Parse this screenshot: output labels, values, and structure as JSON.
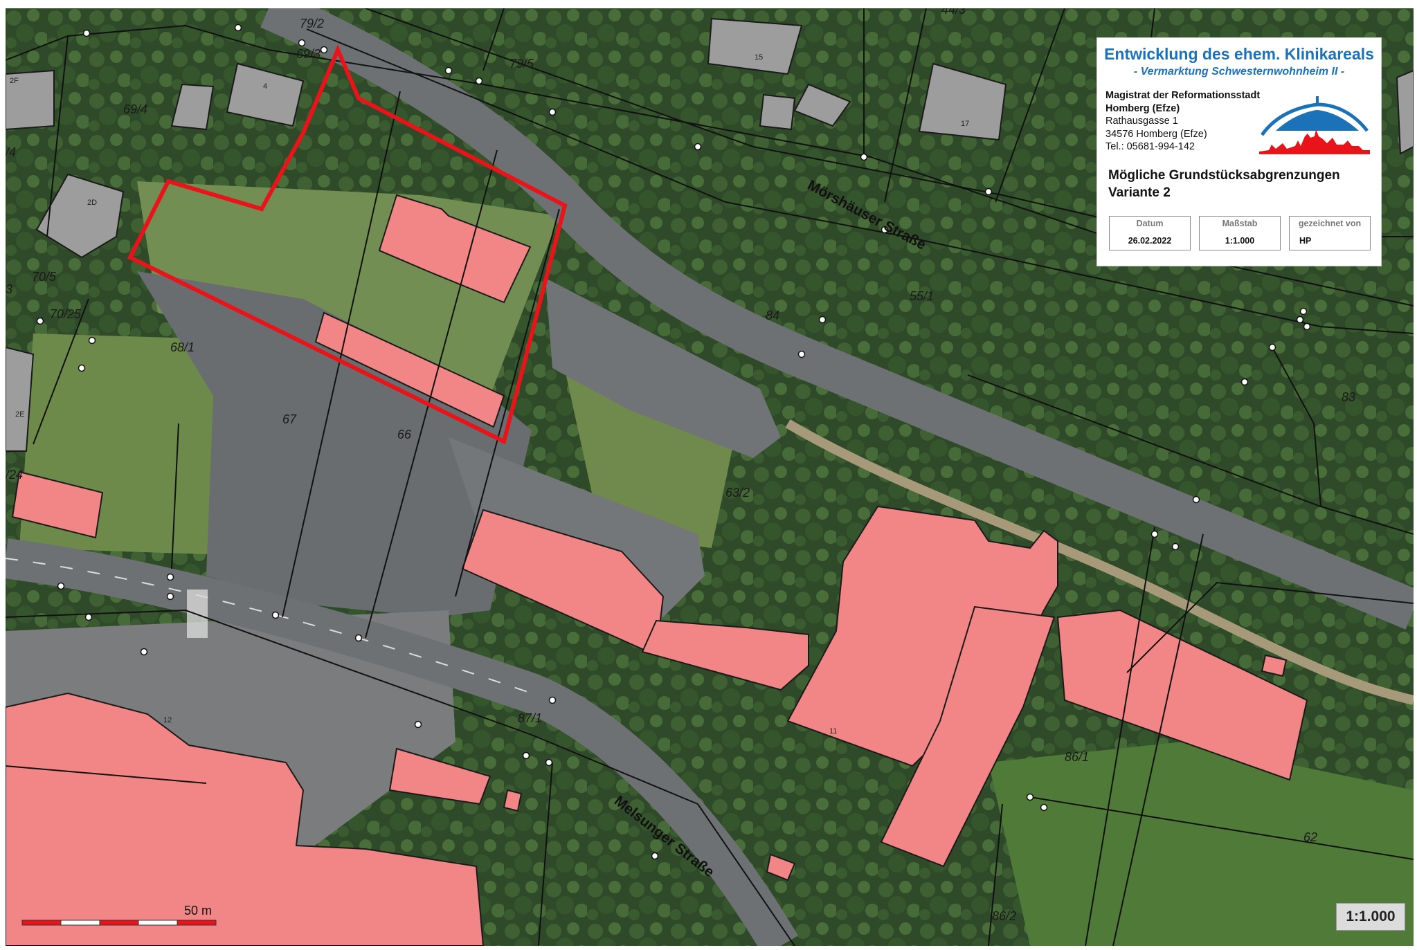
{
  "legend": {
    "title": "Entwicklung des ehem. Klinikareals",
    "subtitle": "- Vermarktung Schwesternwohnheim II -",
    "address": [
      "Magistrat der Reformationsstadt",
      "Homberg (Efze)",
      "Rathausgasse 1",
      "34576 Homberg (Efze)",
      "Tel.: 05681-994-142"
    ],
    "heading_line1": "Mögliche Grundstücksabgrenzungen",
    "heading_line2": "Variante 2",
    "boxes": [
      {
        "label": "Datum",
        "value": "26.02.2022"
      },
      {
        "label": "Maßstab",
        "value": "1:1.000"
      },
      {
        "label": "gezeichnet von",
        "value": "HP"
      }
    ],
    "logo_icon": "homberg-city-silhouette-icon"
  },
  "map": {
    "streets": [
      "Mörshäuser Straße",
      "Melsunger Straße"
    ],
    "parcels": [
      "79/2",
      "69/3",
      "79/5",
      "44/3",
      "2F",
      "69/4",
      "/4",
      "70/5",
      "70/25",
      "3",
      "68/1",
      "67",
      "66",
      "84",
      "55/1",
      "83",
      "63/2",
      "87/1",
      "86/1",
      "62",
      "86/2",
      "/24"
    ],
    "house_numbers": [
      "4",
      "15",
      "17",
      "2D",
      "2E",
      "12",
      "11"
    ],
    "scalebar_label": "50 m",
    "scale_badge": "1:1.000",
    "colors": {
      "building_proposed": "#f28585",
      "boundary_highlight": "#e8141a",
      "building_existing": "#9d9d9d",
      "road": "#6e7174"
    }
  }
}
